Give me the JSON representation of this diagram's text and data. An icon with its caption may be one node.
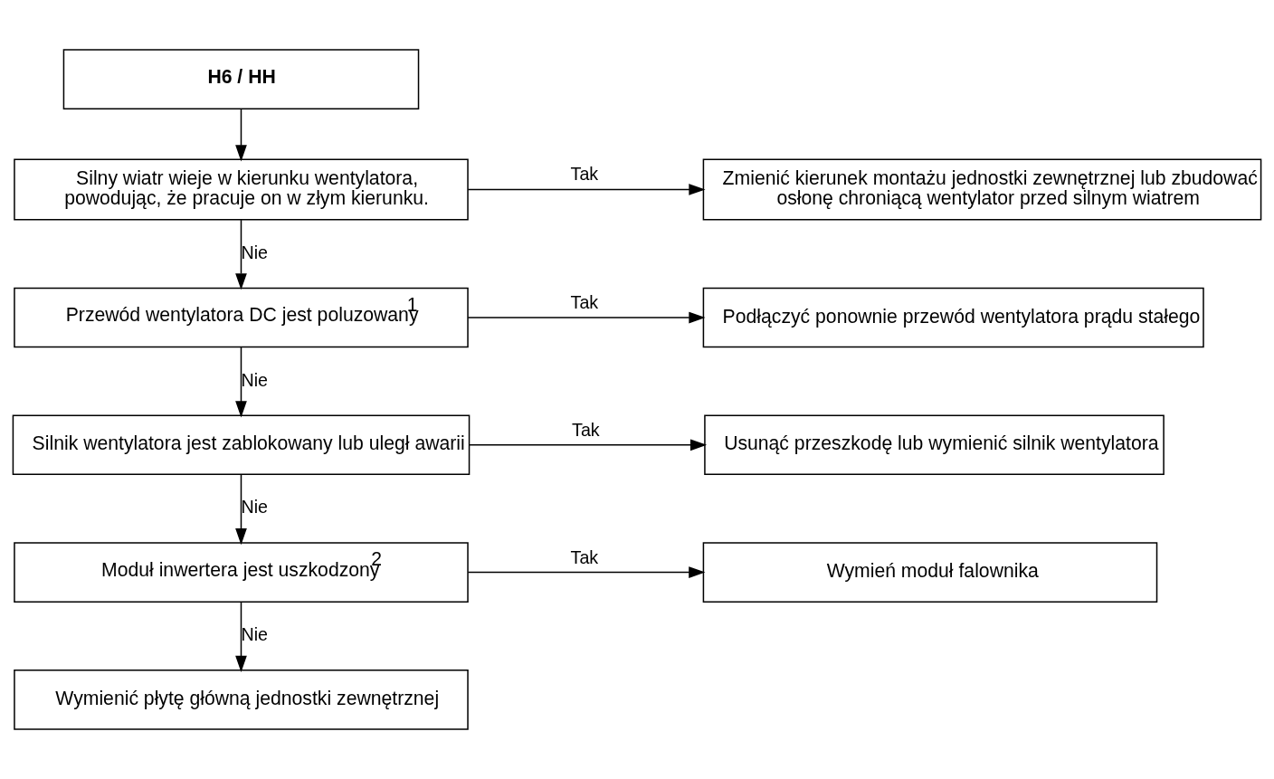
{
  "diagram": {
    "nodes": [
      {
        "text": [
          "H6 / HH"
        ]
      },
      {
        "text": [
          "Silny wiatr wieje w kierunku wentylatora, powodując, że pracuje on w złym kierunku."
        ]
      },
      {
        "text": [
          "Zmienić kierunek montażu jednostki zewnętrznej lub zbudować osłonę chroniącą wentylator przed silnym wiatrem"
        ]
      },
      {
        "text": [
          "Przewód wentylatora DC jest poluzowany$^{1}$"
        ]
      },
      {
        "text": [
          "Podłączyć ponownie przewód wentylatora prądu stałego"
        ]
      },
      {
        "text": [
          "Silnik wentylatora jest zablokowany lub uległ awarii"
        ]
      },
      {
        "text": [
          "Usunąć przeszkodę lub wymienić silnik wentylatora"
        ]
      },
      {
        "text": [
          "Moduł inwertera jest uszkodzony$^{2}$"
        ]
      },
      {
        "text": [
          "Wymień moduł falownika"
        ]
      },
      {
        "text": [
          "Wymienić płytę główną jednostki zewnętrznej"
        ]
      }
    ],
    "edges": [
      {
        "from": 0,
        "to": 1,
        "arrow": "to"
      },
      {
        "from": 1,
        "to": 2,
        "arrow": "to",
        "label": "Tak"
      },
      {
        "from": 1,
        "to": 3,
        "arrow": "to",
        "label": "Nie"
      },
      {
        "from": 3,
        "to": 4,
        "arrow": "to",
        "label": "Tak"
      },
      {
        "from": 3,
        "to": 5,
        "arrow": "to",
        "label": "Nie"
      },
      {
        "from": 5,
        "to": 6,
        "arrow": "to",
        "label": "Tak"
      },
      {
        "from": 5,
        "to": 7,
        "arrow": "to",
        "label": "Nie"
      },
      {
        "from": 7,
        "to": 8,
        "arrow": "to",
        "label": "Tak"
      },
      {
        "from": 7,
        "to": 9,
        "arrow": "to",
        "label": "Nie"
      }
    ]
  }
}
